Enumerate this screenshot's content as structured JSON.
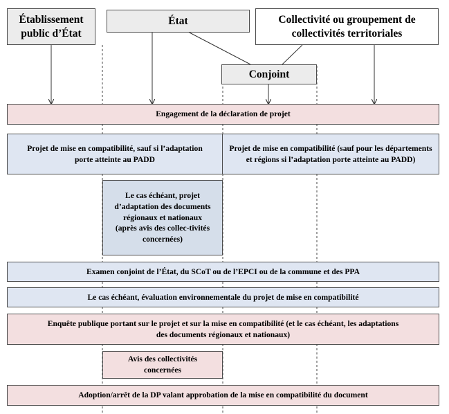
{
  "colors": {
    "header_fill": "#ececec",
    "pink_fill": "#f3dfe0",
    "blue_fill": "#dfe6f2",
    "blue_dark_fill": "#d5deea",
    "line": "#4d4d4d"
  },
  "actors": {
    "etablissement": "Établissement public d’État",
    "etat": "État",
    "collectivite": "Collectivité ou groupement de collectivités territoriales",
    "conjoint": "Conjoint"
  },
  "steps": {
    "engagement": "Engagement de la déclaration de projet",
    "mise_compat_etat": "Projet de mise en compatibilité, sauf si l’adaptation porte atteinte au PADD",
    "mise_compat_collectivite": "Projet de mise en compatibilité (sauf pour les départements et régions si l’adaptation porte atteinte au PADD)",
    "adaptation_docs": "Le cas échéant, projet d’adaptation des documents régionaux et nationaux (après avis des collec-tivités concernées)",
    "examen_conjoint": "Examen conjoint de l’État, du SCoT ou de l’EPCI ou de la commune et des PPA",
    "evaluation": "Le cas échéant, évaluation environnementale du projet de mise en compatibilité",
    "enquete": "Enquête publique portant sur le projet et sur la mise en compatibilité (et le cas échéant, les adaptations des documents régionaux et nationaux)",
    "avis": "Avis des collectivités concernées",
    "adoption": "Adoption/arrêt de la DP valant approbation de la mise en compatibilité du document"
  }
}
